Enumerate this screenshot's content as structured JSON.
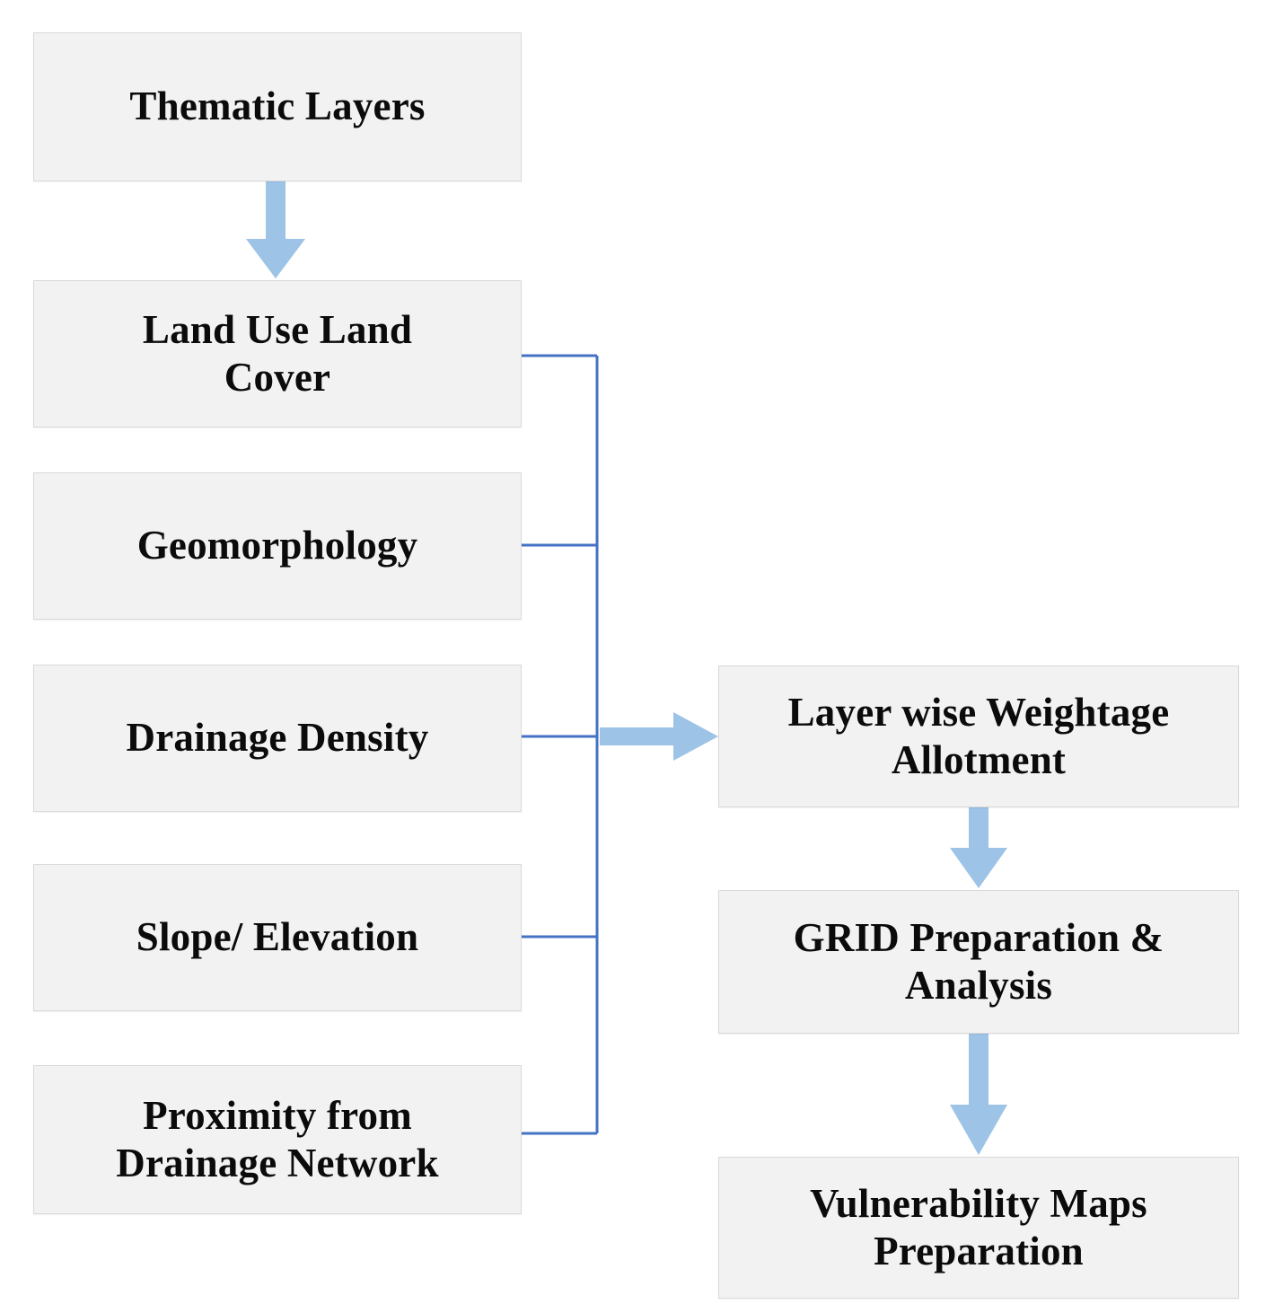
{
  "diagram": {
    "type": "flowchart",
    "title": "Thematic layer weightage and vulnerability mapping workflow",
    "colors": {
      "node_fill": "#F2F2F2",
      "node_border": "#D9D9D9",
      "text": "#0B0B0B",
      "block_arrow": "#9DC3E6",
      "connector_line": "#4472C4",
      "background": "#FFFFFF"
    },
    "left_column": {
      "nodes": [
        {
          "id": "thematic",
          "label": "Thematic Layers"
        },
        {
          "id": "lulc",
          "label": "Land Use Land\nCover"
        },
        {
          "id": "geomorphology",
          "label": "Geomorphology"
        },
        {
          "id": "drainage",
          "label": "Drainage Density"
        },
        {
          "id": "slope",
          "label": "Slope/ Elevation"
        },
        {
          "id": "proximity",
          "label": "Proximity from\nDrainage Network"
        }
      ]
    },
    "right_column": {
      "nodes": [
        {
          "id": "weightage",
          "label": "Layer wise Weightage\nAllotment"
        },
        {
          "id": "grid",
          "label": "GRID Preparation  &\nAnalysis"
        },
        {
          "id": "vulnerability",
          "label": "Vulnerability Maps\nPreparation"
        }
      ]
    },
    "edges": [
      {
        "id": "e1",
        "from": "thematic",
        "to": "lulc",
        "style": "block-arrow",
        "direction": "down"
      },
      {
        "id": "e2",
        "from": "lulc",
        "to": "bus",
        "style": "thin-line",
        "direction": "right"
      },
      {
        "id": "e3",
        "from": "geomorphology",
        "to": "bus",
        "style": "thin-line",
        "direction": "right"
      },
      {
        "id": "e4",
        "from": "drainage",
        "to": "bus",
        "style": "thin-line",
        "direction": "right"
      },
      {
        "id": "e5",
        "from": "slope",
        "to": "bus",
        "style": "thin-line",
        "direction": "right"
      },
      {
        "id": "e6",
        "from": "proximity",
        "to": "bus",
        "style": "thin-line",
        "direction": "right"
      },
      {
        "id": "e7",
        "from": "bus",
        "to": "weightage",
        "style": "block-arrow",
        "direction": "right"
      },
      {
        "id": "e8",
        "from": "weightage",
        "to": "grid",
        "style": "block-arrow",
        "direction": "down"
      },
      {
        "id": "e9",
        "from": "grid",
        "to": "vulnerability",
        "style": "block-arrow",
        "direction": "down"
      }
    ]
  }
}
